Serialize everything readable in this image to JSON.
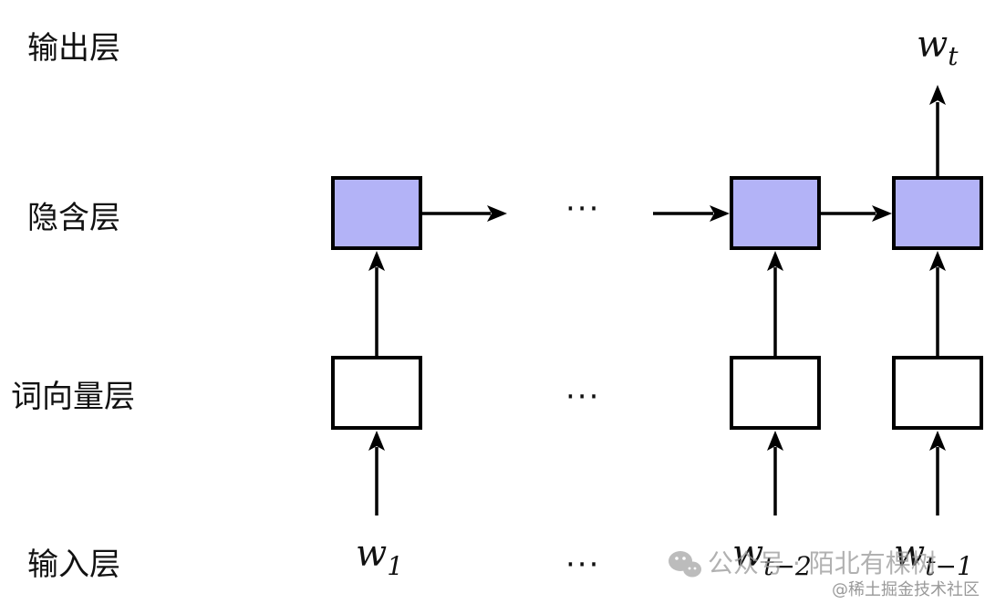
{
  "layers": {
    "output": "输出层",
    "hidden": "隐含层",
    "embedding": "词向量层",
    "input": "输入层"
  },
  "nodes": {
    "output_word": {
      "base": "w",
      "sub": "t"
    },
    "input_1": {
      "base": "w",
      "sub": "1"
    },
    "input_t_minus_2": {
      "base": "w",
      "sub": "t−2"
    },
    "input_t_minus_1": {
      "base": "w",
      "sub": "t−1"
    }
  },
  "ellipsis": "···",
  "colors": {
    "hidden_fill": "#b3b3f7",
    "embedding_fill": "#ffffff",
    "stroke": "#000000"
  },
  "watermark": {
    "channel": "公众号 · 陌北有棵树",
    "site": "@稀土掘金技术社区"
  }
}
